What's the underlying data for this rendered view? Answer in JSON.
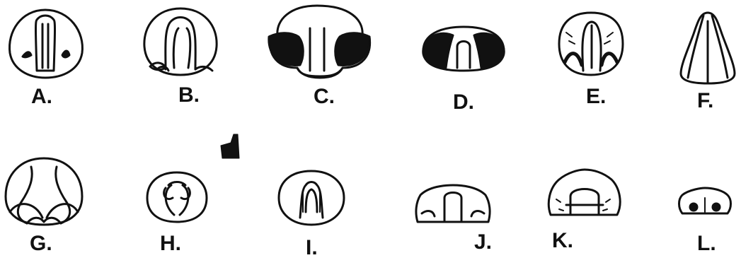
{
  "labels": {
    "A": "A.",
    "B": "B.",
    "C": "C.",
    "D": "D.",
    "E": "E.",
    "F": "F.",
    "G": "G.",
    "H": "H.",
    "I": "I.",
    "J": "J.",
    "K": "K.",
    "L": "L."
  },
  "colors": {
    "ink": "#111111",
    "paper": "#ffffff"
  }
}
